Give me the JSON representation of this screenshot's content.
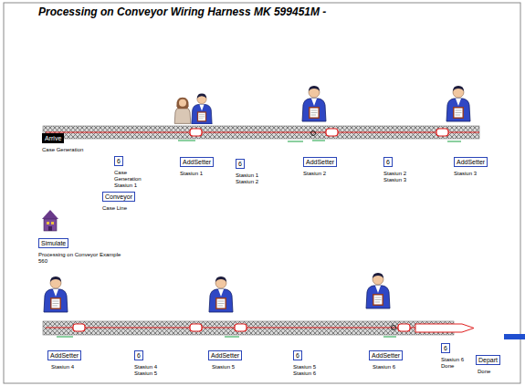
{
  "diagram": {
    "title": "Processing on Conveyor Wiring Harness MK 599451M -",
    "nodes": [
      {
        "text": [
          "Arrive",
          "Case Generation"
        ]
      },
      {
        "text": [
          "6",
          "Case Generation Stasiun 1"
        ]
      },
      {
        "text": [
          "AddSetter",
          "Stasiun 1"
        ]
      },
      {
        "text": [
          "6",
          "Stasiun 1 Stasiun 2"
        ]
      },
      {
        "text": [
          "AddSetter",
          "Stasiun 2"
        ]
      },
      {
        "text": [
          "6",
          "Stasiun 2 Stasiun 3"
        ]
      },
      {
        "text": [
          "AddSetter",
          "Stasiun 3"
        ]
      },
      {
        "text": [
          "Conveyor",
          "Case Line"
        ]
      },
      {
        "text": [
          "Simulate",
          "Processing on Conveyor Example 560"
        ]
      },
      {
        "text": [
          "AddSetter",
          "Stasiun 4"
        ]
      },
      {
        "text": [
          "6",
          "Stasiun 4 Stasiun 5"
        ]
      },
      {
        "text": [
          "AddSetter",
          "Stasiun 5"
        ]
      },
      {
        "text": [
          "6",
          "Stasiun 5 Stasiun 6"
        ]
      },
      {
        "text": [
          "AddSetter",
          "Stasiun 6"
        ]
      },
      {
        "text": [
          "6",
          "Stasiun 6 Done"
        ]
      },
      {
        "text": [
          "Depart",
          "Done"
        ]
      }
    ]
  }
}
